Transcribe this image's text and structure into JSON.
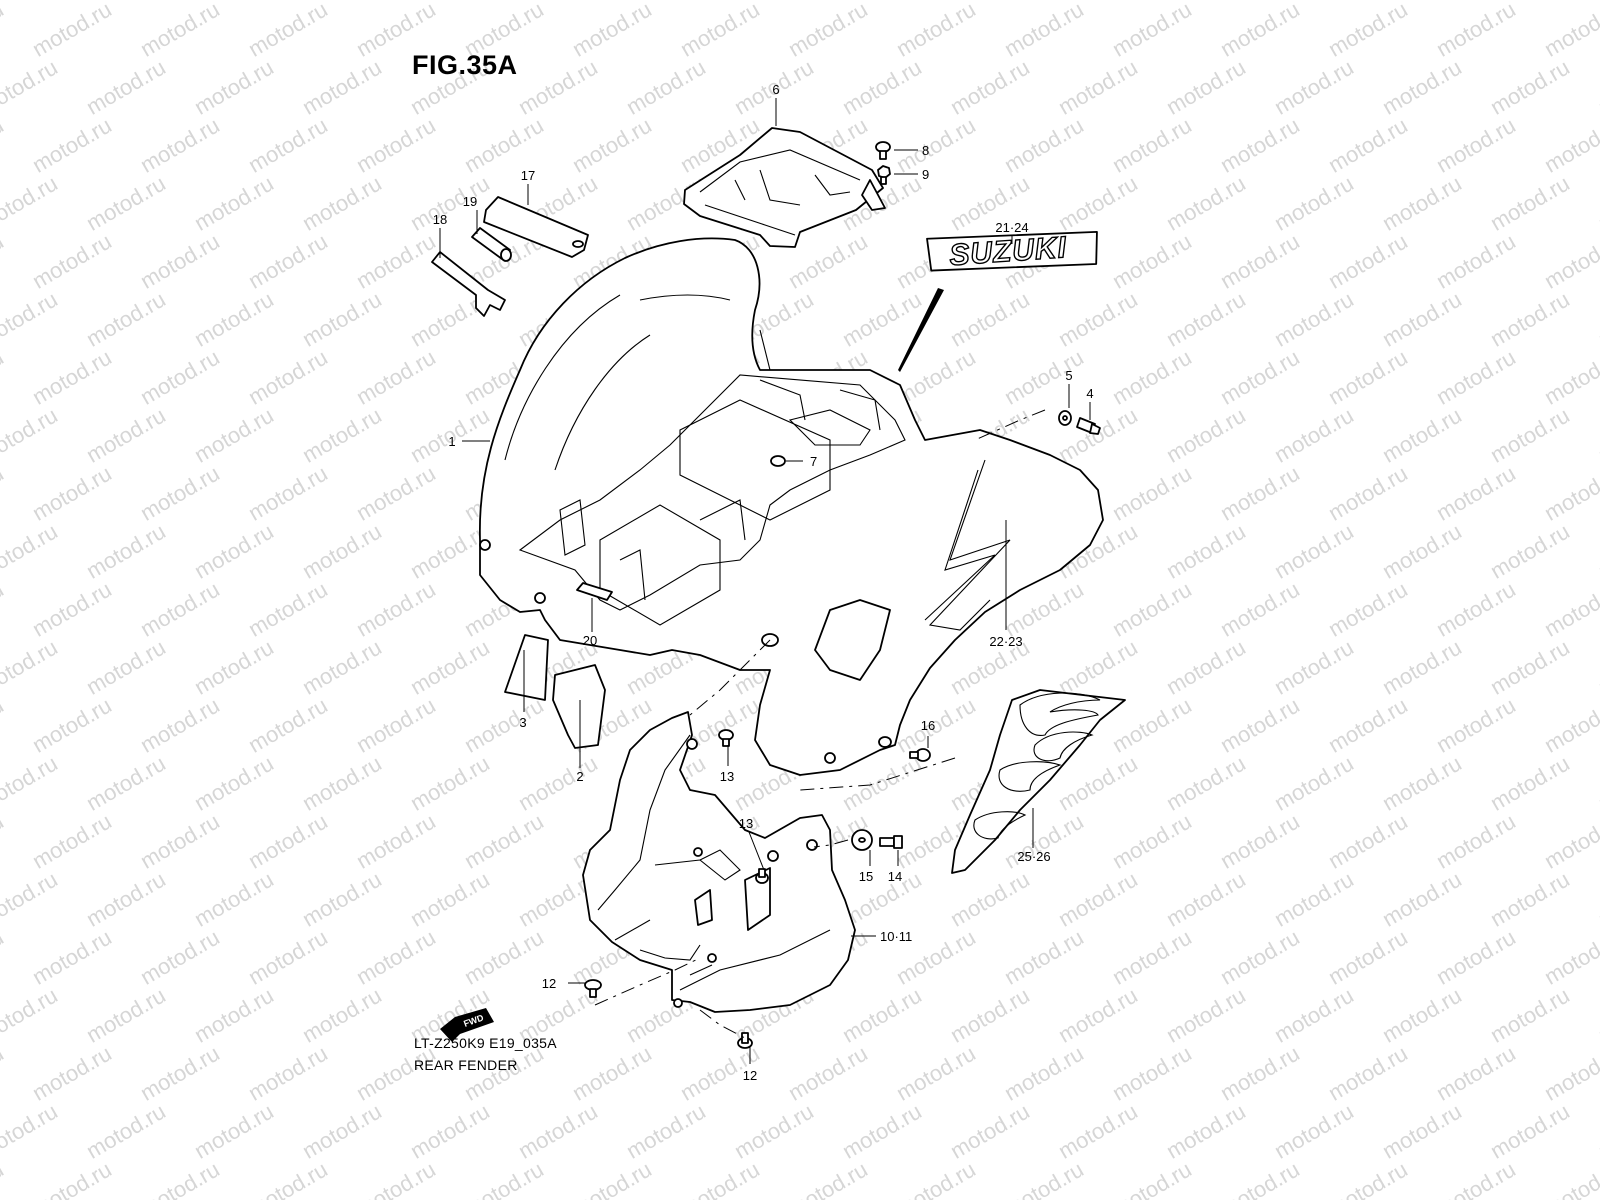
{
  "figure": {
    "title": "FIG.35A",
    "model_code": "LT-Z250K9 E19_035A",
    "diagram_name": "REAR FENDER"
  },
  "watermark": "motod.ru",
  "decal_text": "SUZUKI",
  "fwd_label": "FWD",
  "callouts": [
    {
      "id": "c1",
      "label": "1"
    },
    {
      "id": "c2",
      "label": "2"
    },
    {
      "id": "c3",
      "label": "3"
    },
    {
      "id": "c4",
      "label": "4"
    },
    {
      "id": "c5",
      "label": "5"
    },
    {
      "id": "c6",
      "label": "6"
    },
    {
      "id": "c7",
      "label": "7"
    },
    {
      "id": "c8",
      "label": "8"
    },
    {
      "id": "c9",
      "label": "9"
    },
    {
      "id": "c10_11",
      "label": "10·11"
    },
    {
      "id": "c12a",
      "label": "12"
    },
    {
      "id": "c12b",
      "label": "12"
    },
    {
      "id": "c13a",
      "label": "13"
    },
    {
      "id": "c13b",
      "label": "13"
    },
    {
      "id": "c14",
      "label": "14"
    },
    {
      "id": "c15",
      "label": "15"
    },
    {
      "id": "c16",
      "label": "16"
    },
    {
      "id": "c17",
      "label": "17"
    },
    {
      "id": "c18",
      "label": "18"
    },
    {
      "id": "c19",
      "label": "19"
    },
    {
      "id": "c20",
      "label": "20"
    },
    {
      "id": "c21_24",
      "label": "21·24"
    },
    {
      "id": "c22_23",
      "label": "22·23"
    },
    {
      "id": "c25_26",
      "label": "25·26"
    }
  ],
  "colors": {
    "line": "#000000",
    "watermark": "#d6d6d6",
    "background": "#ffffff"
  }
}
